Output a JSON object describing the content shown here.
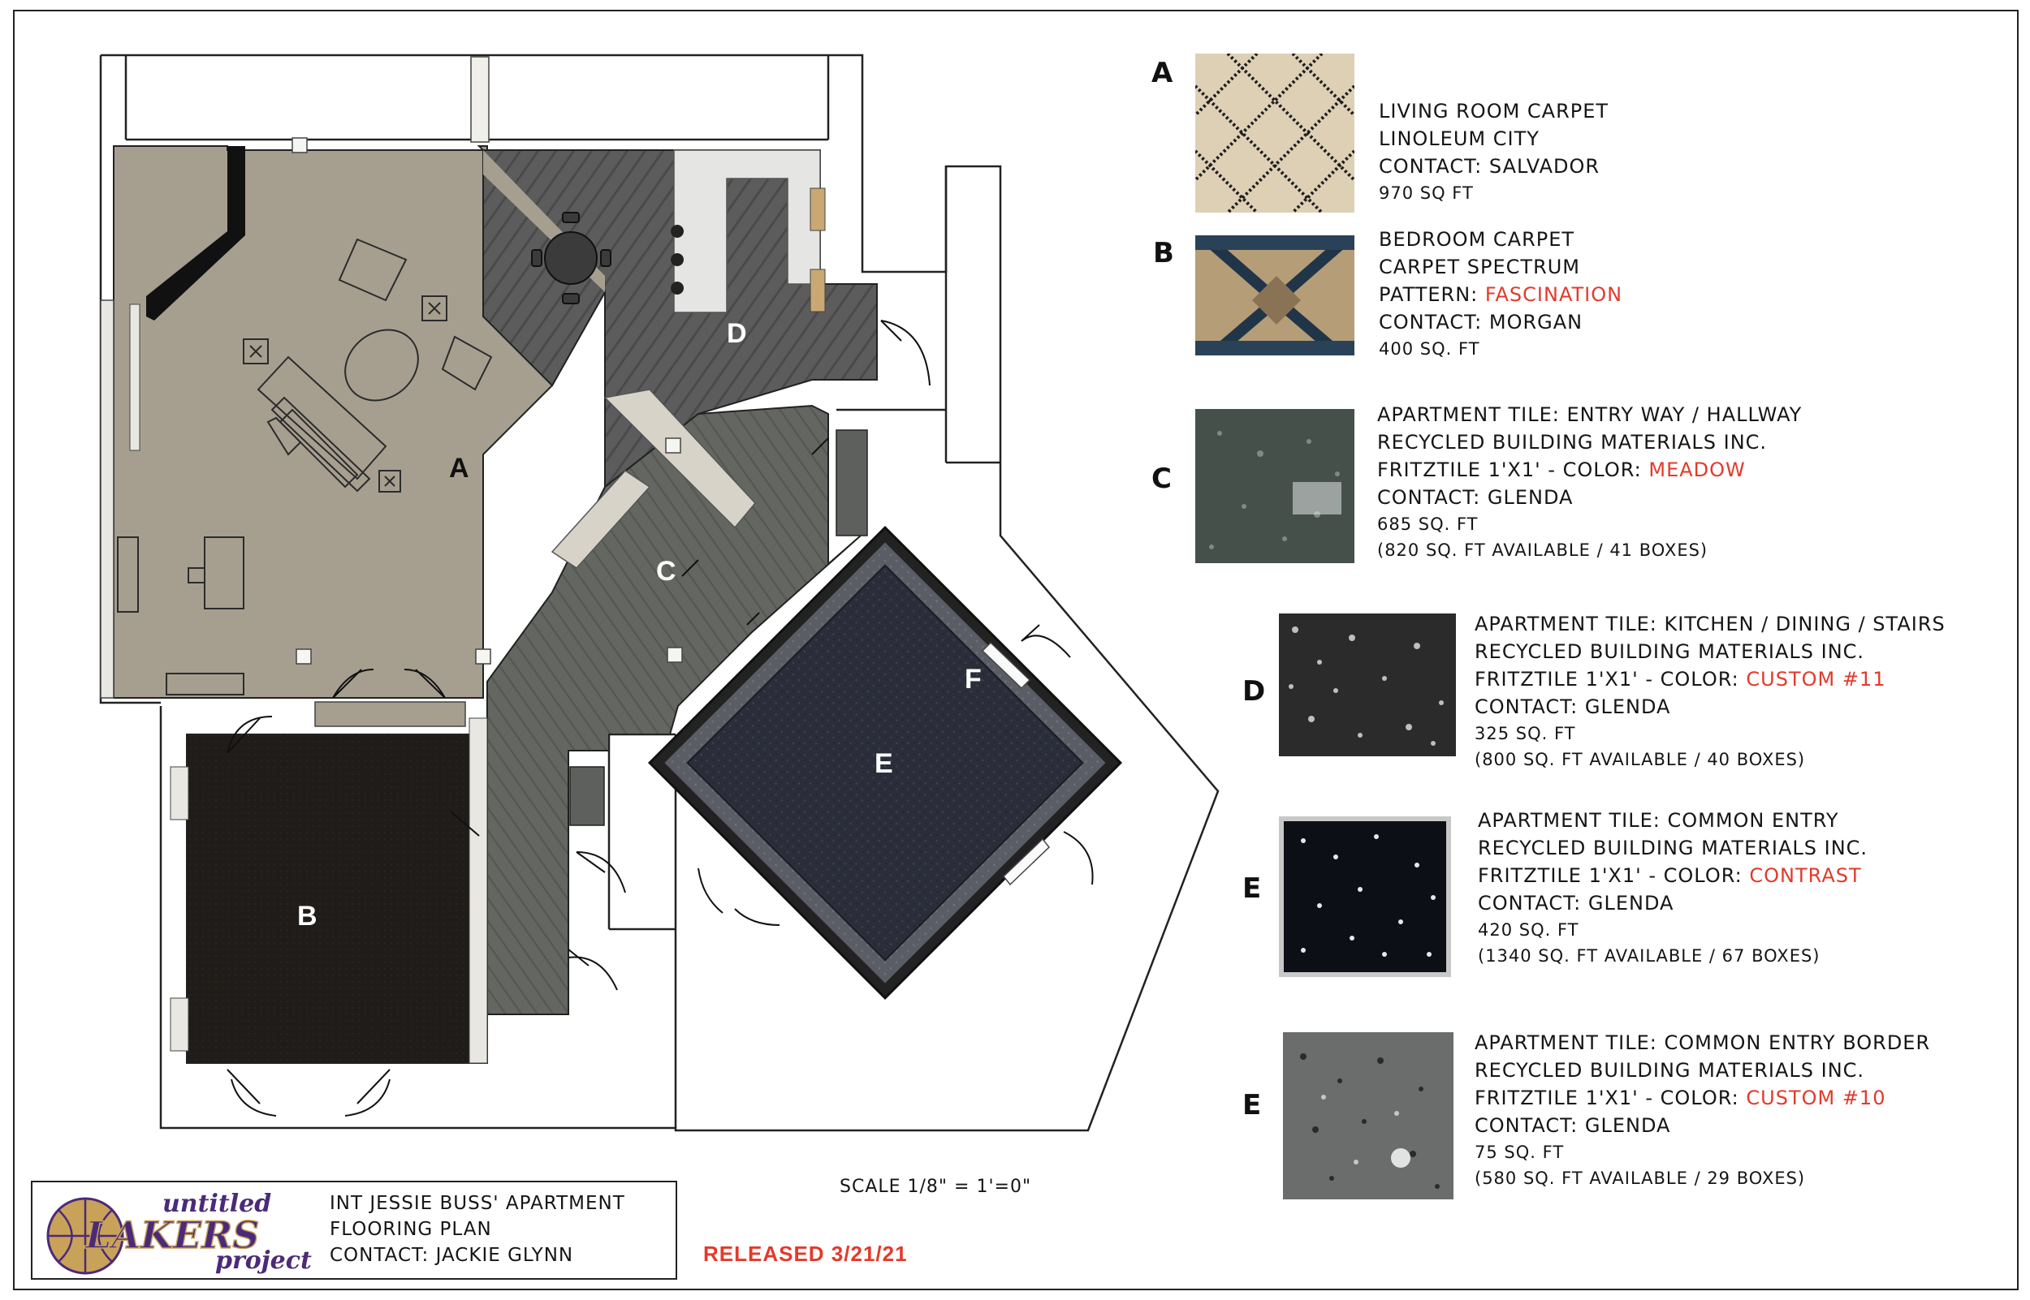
{
  "plan": {
    "room_labels": [
      "A",
      "B",
      "C",
      "D",
      "E",
      "F"
    ],
    "scale": "SCALE 1/8\" = 1'=0\""
  },
  "materials": [
    {
      "letter": "A",
      "lines": [
        "LIVING ROOM CARPET",
        "LINOLEUM CITY",
        "CONTACT: SALVADOR"
      ],
      "small_lines": [
        "970 SQ FT"
      ]
    },
    {
      "letter": "B",
      "lines": [
        "BEDROOM CARPET",
        "CARPET SPECTRUM"
      ],
      "color_prefix": "PATTERN: ",
      "color_value": "FASCINATION",
      "lines_after": [
        "CONTACT: MORGAN"
      ],
      "small_lines": [
        "400 SQ. FT"
      ]
    },
    {
      "letter": "C",
      "lines": [
        "APARTMENT TILE: ENTRY WAY / HALLWAY",
        "RECYCLED BUILDING MATERIALS INC."
      ],
      "color_prefix": "FRITZTILE 1'x1' - COLOR: ",
      "color_value": "MEADOW",
      "lines_after": [
        "CONTACT: GLENDA"
      ],
      "small_lines": [
        "685 SQ. FT",
        "(820 SQ. FT AVAILABLE / 41 BOXES)"
      ]
    },
    {
      "letter": "D",
      "lines": [
        "APARTMENT TILE: KITCHEN / DINING / STAIRS",
        "RECYCLED BUILDING MATERIALS INC."
      ],
      "color_prefix": "FRITZTILE 1'x1' - COLOR: ",
      "color_value": "CUSTOM #11",
      "lines_after": [
        "CONTACT: GLENDA"
      ],
      "small_lines": [
        "325 SQ. FT",
        "(800 SQ. FT AVAILABLE / 40 BOXES)"
      ]
    },
    {
      "letter": "E",
      "lines": [
        "APARTMENT TILE: COMMON ENTRY",
        "RECYCLED BUILDING MATERIALS INC."
      ],
      "color_prefix": "FRITZTILE 1'x1' - COLOR: ",
      "color_value": "CONTRAST",
      "lines_after": [
        "CONTACT: GLENDA"
      ],
      "small_lines": [
        "420 SQ. FT",
        "(1340 SQ. FT AVAILABLE / 67 BOXES)"
      ]
    },
    {
      "letter": "E",
      "lines": [
        "APARTMENT TILE: COMMON ENTRY BORDER",
        "RECYCLED BUILDING MATERIALS INC."
      ],
      "color_prefix": "FRITZTILE 1'x1' - COLOR: ",
      "color_value": "CUSTOM #10",
      "lines_after": [
        "CONTACT: GLENDA"
      ],
      "small_lines": [
        "75 SQ. FT",
        "(580 SQ. FT AVAILABLE / 29 BOXES)"
      ]
    }
  ],
  "title_block": {
    "logo_top": "untitled",
    "logo_main": "LAKERS",
    "logo_bottom": "project",
    "line1": "INT JESSIE BUSS' APARTMENT",
    "line2": "FLOORING PLAN",
    "line3": "CONTACT: JACKIE GLYNN"
  },
  "released": "RELEASED 3/21/21",
  "colors": {
    "living_room": "#a69f90",
    "bedroom": "#1e1b18",
    "hallway": "#5d605c",
    "kitchen": "#5a5a5a",
    "entry": "#2c2f3c",
    "red_text": "#e23a2a",
    "logo_purple": "#4b2a7a",
    "logo_gold": "#c9a25a"
  }
}
